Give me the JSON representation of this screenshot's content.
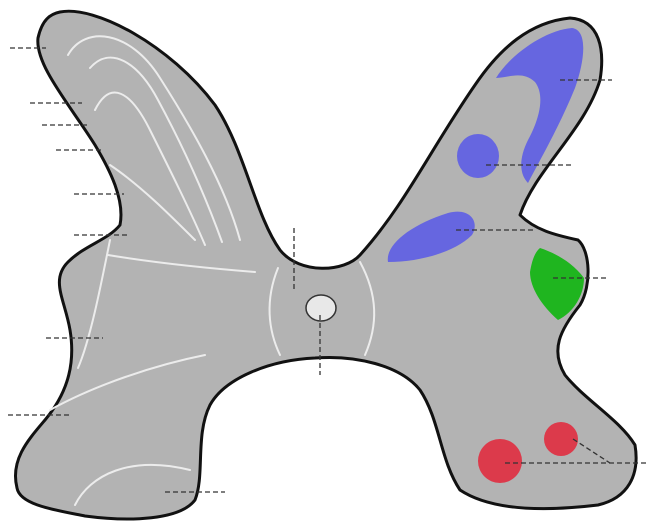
{
  "diagram": {
    "colors": {
      "background": "#ffffff",
      "section_fill": "#b3b3b3",
      "outline": "#111111",
      "white_lines": "#ececec",
      "central_canal": "#e8e8e8",
      "leader_lines": "#333333",
      "tract_blue": "#6666e0",
      "tract_green": "#1fb51f",
      "tract_red": "#dc3a4b"
    },
    "labels": [],
    "regions": [
      {
        "id": "blue-hook-tract",
        "color_key": "tract_blue"
      },
      {
        "id": "blue-round-tract",
        "color_key": "tract_blue"
      },
      {
        "id": "blue-oblong-tract",
        "color_key": "tract_blue"
      },
      {
        "id": "green-lateral-tract",
        "color_key": "tract_green"
      },
      {
        "id": "red-tract-large",
        "color_key": "tract_red"
      },
      {
        "id": "red-tract-small",
        "color_key": "tract_red"
      },
      {
        "id": "central-canal",
        "color_key": "central_canal"
      }
    ]
  }
}
